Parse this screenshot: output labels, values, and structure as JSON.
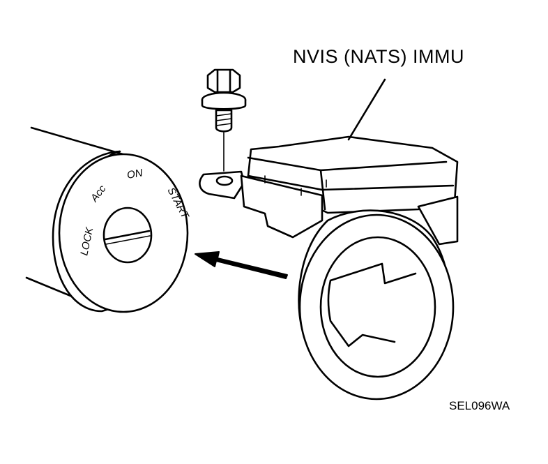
{
  "diagram": {
    "title": "NVIS (NATS) IMMU",
    "code": "SEL096WA",
    "key_positions": [
      "LOCK",
      "Acc",
      "ON",
      "START"
    ],
    "colors": {
      "ink": "#000000",
      "paper": "#ffffff"
    }
  }
}
